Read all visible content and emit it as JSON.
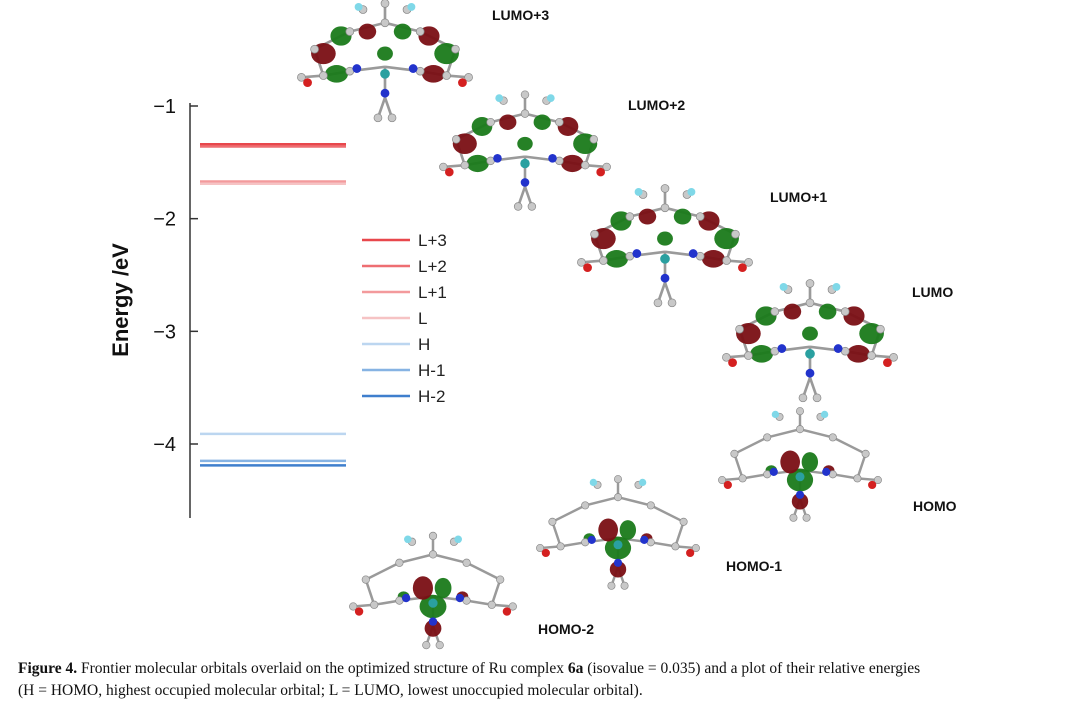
{
  "chart_data": {
    "type": "energy-level-diagram",
    "ylabel": "Energy /eV",
    "ylim": [
      -4.6,
      -0.9
    ],
    "yticks": [
      -1,
      -2,
      -3,
      -4
    ],
    "ytick_labels": [
      "−1",
      "−2",
      "−3",
      "−4"
    ],
    "legend_position": "center",
    "series": [
      {
        "name": "L+3",
        "energy": -1.34,
        "color": "#e8474c"
      },
      {
        "name": "L+2",
        "energy": -1.36,
        "color": "#ee6e72"
      },
      {
        "name": "L+1",
        "energy": -1.67,
        "color": "#f39a9c"
      },
      {
        "name": "L",
        "energy": -1.69,
        "color": "#f6c3c4"
      },
      {
        "name": "H",
        "energy": -3.91,
        "color": "#bcd6f0"
      },
      {
        "name": "H-1",
        "energy": -4.15,
        "color": "#86b3e3"
      },
      {
        "name": "H-2",
        "energy": -4.19,
        "color": "#3f7fcd"
      }
    ],
    "orbital_labels": [
      "LUMO+3",
      "LUMO+2",
      "LUMO+1",
      "LUMO",
      "HOMO",
      "HOMO-1",
      "HOMO-2"
    ]
  },
  "caption": {
    "label": "Figure 4.",
    "text_before": " Frontier molecular orbitals overlaid on the optimized structure of Ru complex ",
    "compound": "6a",
    "text_after": " (isovalue = 0.035) and a plot of their relative energies",
    "line2": "(H = HOMO, highest occupied molecular orbital; L = LUMO, lowest unoccupied molecular orbital)."
  },
  "colors": {
    "positive_lobe": "#1a7a1a",
    "negative_lobe": "#7a0f14",
    "nitrogen": "#2233cc",
    "oxygen": "#d42020",
    "fluorine": "#7fd8e8",
    "ruthenium": "#2aa0a0"
  }
}
